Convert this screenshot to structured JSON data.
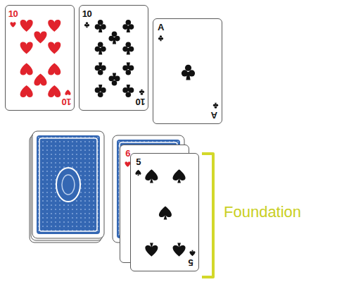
{
  "diagram": {
    "nodes": [
      {
        "text": [
          "10",
          "10"
        ]
      },
      {
        "text": [
          "10",
          "10"
        ]
      },
      {
        "text": [
          "A",
          "A"
        ]
      },
      {
        "text": [
          "6"
        ]
      },
      {
        "text": [
          "5",
          "5"
        ]
      }
    ],
    "labels": [
      "Foundation"
    ]
  }
}
